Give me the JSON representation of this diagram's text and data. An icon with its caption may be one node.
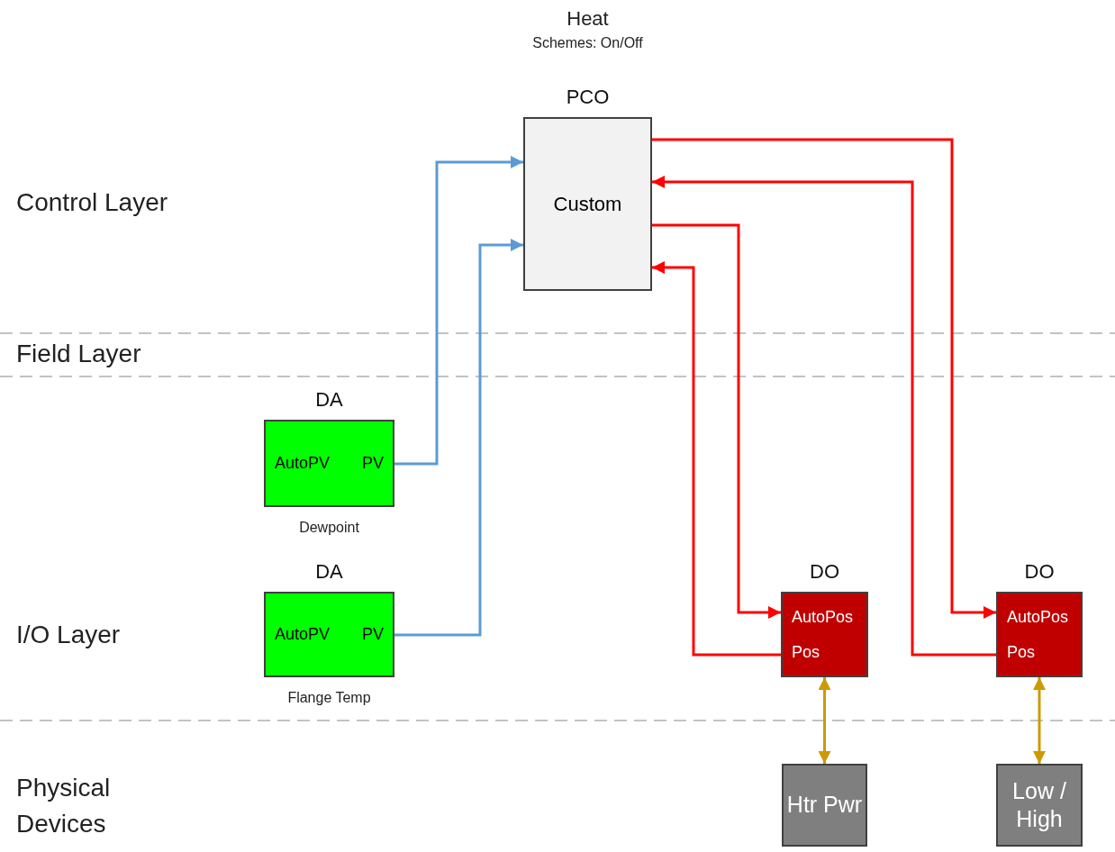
{
  "diagram": {
    "nodes": [
      {
        "text": [
          "PCO",
          "Custom"
        ],
        "beside": [
          "Heat",
          "Schemes: On/Off"
        ]
      },
      {
        "text": [
          "DA",
          "AutoPV",
          "PV"
        ],
        "beside": [
          "Dewpoint"
        ]
      },
      {
        "text": [
          "DA",
          "AutoPV",
          "PV"
        ],
        "beside": [
          "Flange Temp"
        ]
      },
      {
        "text": [
          "DO",
          "AutoPos",
          "Pos"
        ]
      },
      {
        "text": [
          "DO",
          "AutoPos",
          "Pos"
        ]
      },
      {
        "text": [
          "Htr Pwr"
        ]
      },
      {
        "text": [
          "Low / High"
        ]
      }
    ],
    "edges": [
      {
        "from": 1,
        "to": 0,
        "arrow": "to",
        "color": "#5b9bd5"
      },
      {
        "from": 2,
        "to": 0,
        "arrow": "to",
        "color": "#5b9bd5"
      },
      {
        "from": 0,
        "to": 4,
        "arrow": "to"
      },
      {
        "from": 4,
        "to": 0,
        "arrow": "to"
      },
      {
        "from": 0,
        "to": 3,
        "arrow": "to"
      },
      {
        "from": 3,
        "to": 0,
        "arrow": "to"
      },
      {
        "from": 3,
        "to": 5,
        "arrow": "both",
        "color": "#cc9a06"
      },
      {
        "from": 4,
        "to": 6,
        "arrow": "both",
        "color": "#cc9a06"
      }
    ],
    "labels": [
      "Control Layer",
      "Field Layer",
      "I/O Layer",
      "Physical Devices"
    ]
  }
}
